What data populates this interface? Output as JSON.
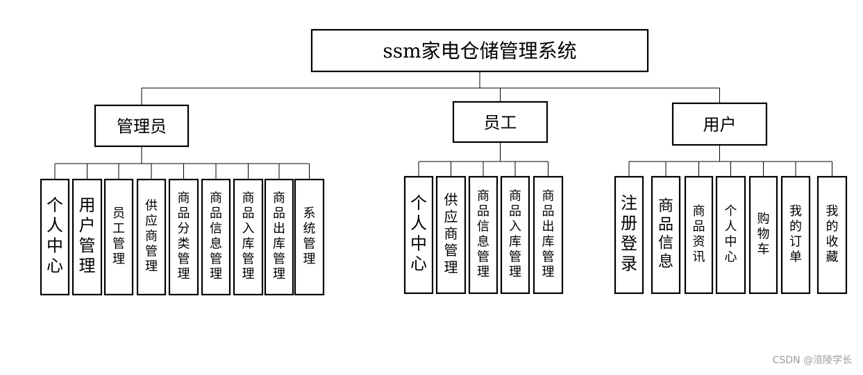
{
  "root": {
    "label": "ssm家电仓储管理系统"
  },
  "roles": [
    {
      "label": "管理员",
      "children": [
        "个人中心",
        "用户管理",
        "员工管理",
        "供应商管理",
        "商品分类管理",
        "商品信息管理",
        "商品入库管理",
        "商品出库管理",
        "系统管理"
      ]
    },
    {
      "label": "员工",
      "children": [
        "个人中心",
        "供应商管理",
        "商品信息管理",
        "商品入库管理",
        "商品出库管理"
      ]
    },
    {
      "label": "用户",
      "children": [
        "注册登录",
        "商品信息",
        "商品资讯",
        "个人中心",
        "购物车",
        "我的订单",
        "我的收藏"
      ]
    }
  ],
  "watermark": "CSDN @涪陵学长"
}
